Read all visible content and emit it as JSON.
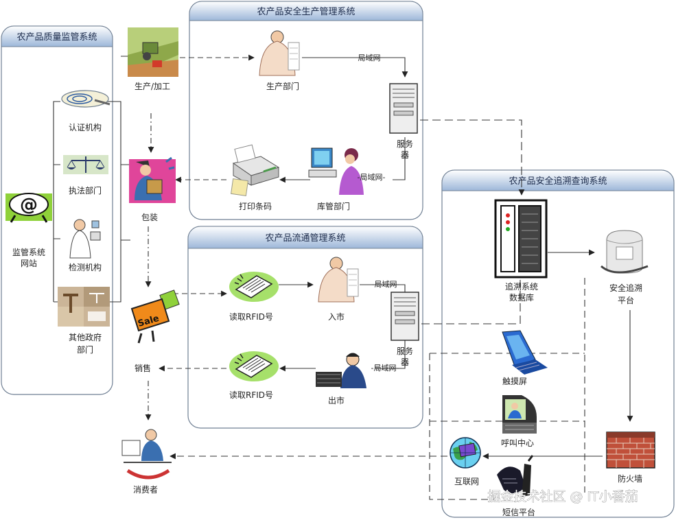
{
  "colors": {
    "panel_border": "#6f7f93",
    "title_bar_top": "#ffffff",
    "title_bar_bottom": "#9db7d9",
    "line": "#333333",
    "accent_green": "#8fd13a"
  },
  "panels": {
    "supervision": {
      "title": "农产品质量监管系统"
    },
    "production": {
      "title": "农产品安全生产管理系统"
    },
    "circulation": {
      "title": "农产品流通管理系统"
    },
    "trace": {
      "title": "农产品安全追溯查询系统"
    }
  },
  "supervision": {
    "website_line1": "监管系统",
    "website_line2": "网站",
    "cert": "认证机构",
    "law": "执法部门",
    "test": "检测机构",
    "other_line1": "其他政府",
    "other_line2": "部门"
  },
  "flow": {
    "produce": "生产/加工",
    "package": "包装",
    "sales": "销售",
    "consumer": "消费者"
  },
  "production": {
    "dept": "生产部门",
    "lan1": "局域网",
    "server_line1": "服务",
    "server_line2": "器",
    "warehouse": "库管部门",
    "lan2": "-局域网-",
    "print": "打印条码"
  },
  "circulation": {
    "rfid_in": "读取RFID号",
    "market_in": "入市",
    "lan_in": "-局域网-",
    "server_line1": "服务",
    "server_line2": "器",
    "lan_out": "-局域网-",
    "market_out": "出市",
    "rfid_out": "读取RFID号"
  },
  "trace": {
    "db_line1": "追溯系统",
    "db_line2": "数据库",
    "platform_line1": "安全追溯",
    "platform_line2": "平台",
    "touch": "触摸屏",
    "call": "呼叫中心",
    "internet": "互联网",
    "firewall": "防火墙",
    "sms": "短信平台"
  },
  "icons": {
    "website": "email-at-icon",
    "cert": "fingerprint-icon",
    "law": "scales-icon",
    "test": "scientist-icon",
    "other": "government-icon",
    "produce": "farm-harvester-icon",
    "package": "packer-icon",
    "sales": "sale-sign-icon",
    "consumer": "consumer-icon",
    "dept": "worker-icon",
    "server": "server-icon",
    "warehouse": "clerk-computer-icon",
    "print": "printer-icon",
    "rfid": "rfid-scanner-icon",
    "market_in": "worker-icon",
    "market_out": "operator-icon",
    "db": "database-rack-icon",
    "platform": "platform-server-icon",
    "touch": "touchscreen-icon",
    "call": "call-center-icon",
    "internet": "globe-icon",
    "firewall": "brick-wall-icon",
    "sms": "mobile-phone-icon"
  },
  "watermark": "掘金技术社区 @ IT小番茄"
}
